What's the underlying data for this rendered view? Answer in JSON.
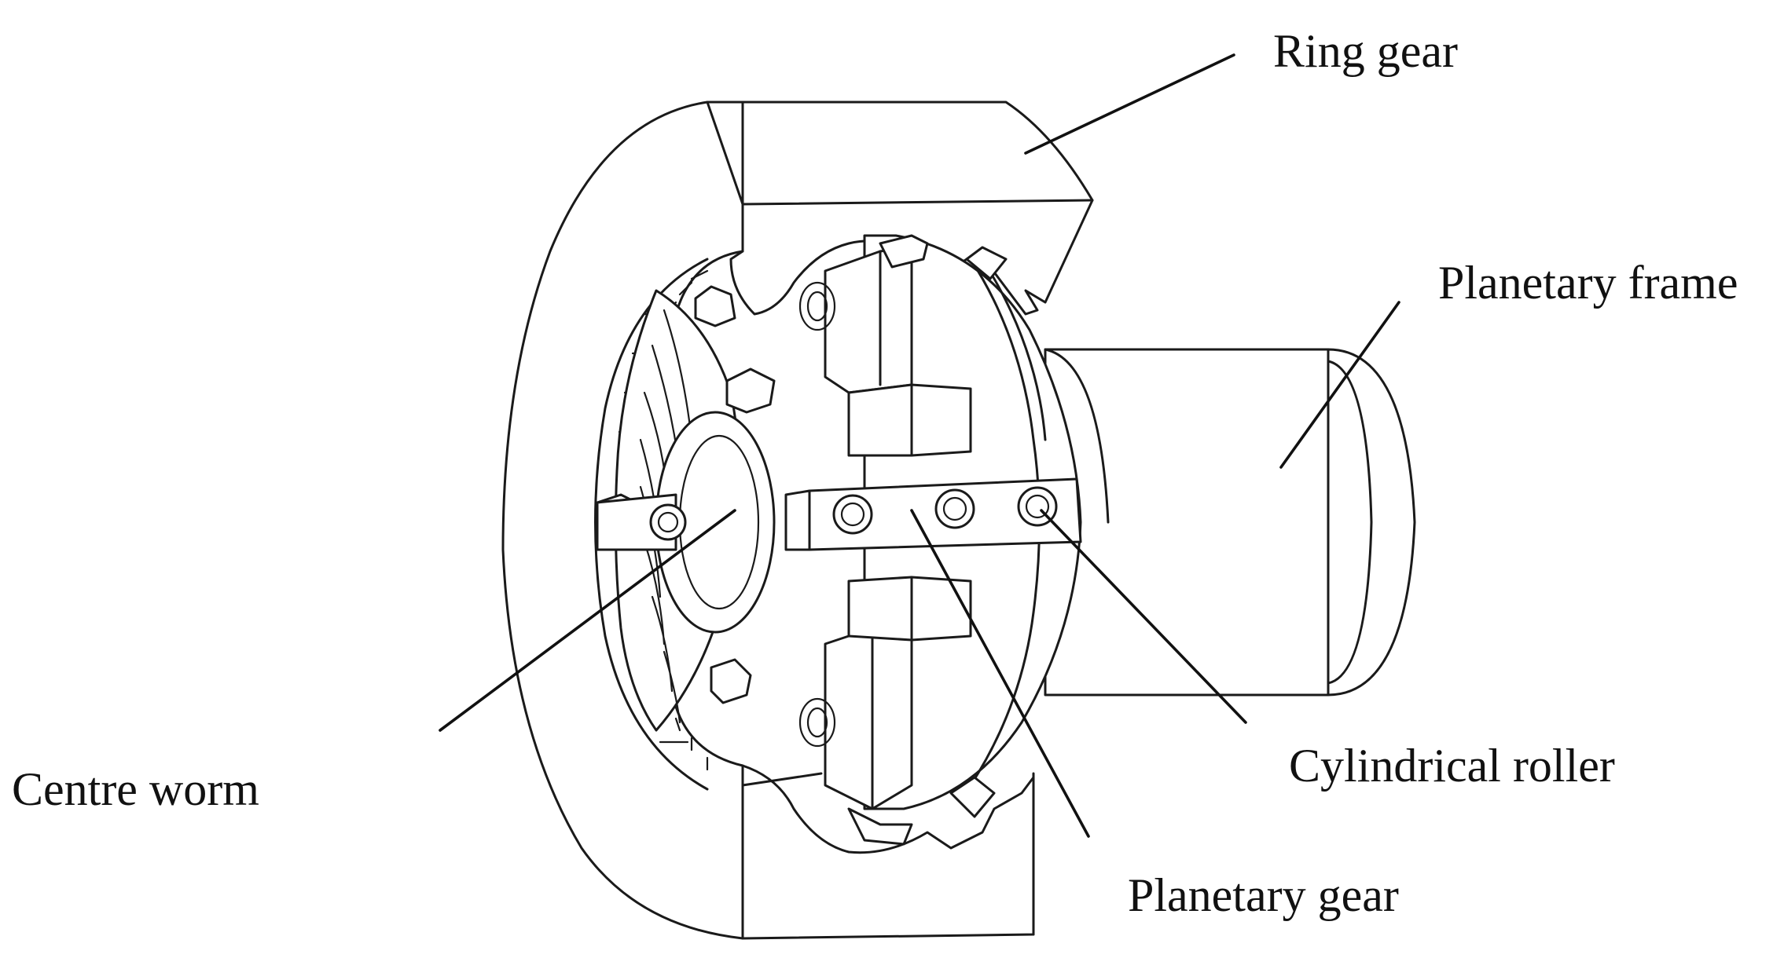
{
  "labels": {
    "ring_gear": "Ring gear",
    "planetary_frame": "Planetary frame",
    "centre_worm": "Centre worm",
    "cylindrical_roller": "Cylindrical roller",
    "planetary_gear": "Planetary gear"
  },
  "colors": {
    "line": "#1a1a1a",
    "background": "#ffffff",
    "text": "#111111"
  }
}
